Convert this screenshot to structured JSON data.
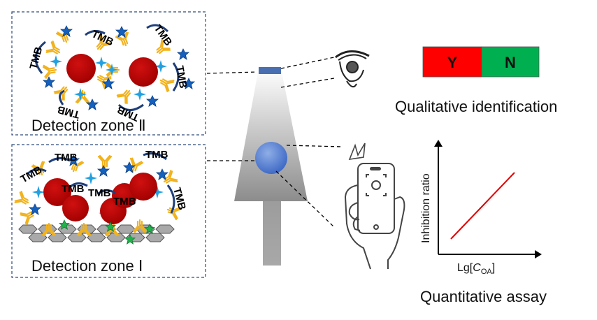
{
  "zones": {
    "zone2_label": "Detection zone Ⅱ",
    "zone1_label": "Detection zone Ⅰ",
    "tmb": "TMB"
  },
  "qualitative": {
    "yes": "Y",
    "no": "N",
    "caption": "Qualitative identification",
    "yes_color": "#ff0000",
    "no_color": "#00b050"
  },
  "quantitative": {
    "ylabel": "Inhibition ratio",
    "xlabel_prefix": "Lg[",
    "xlabel_var": "C",
    "xlabel_sub": "OA",
    "xlabel_suffix": "]",
    "caption": "Quantitative assay",
    "line_color": "#e00000"
  },
  "icons": [
    "eye-icon",
    "smartphone-camera-icon",
    "hand-icon",
    "test-strip-icon"
  ]
}
